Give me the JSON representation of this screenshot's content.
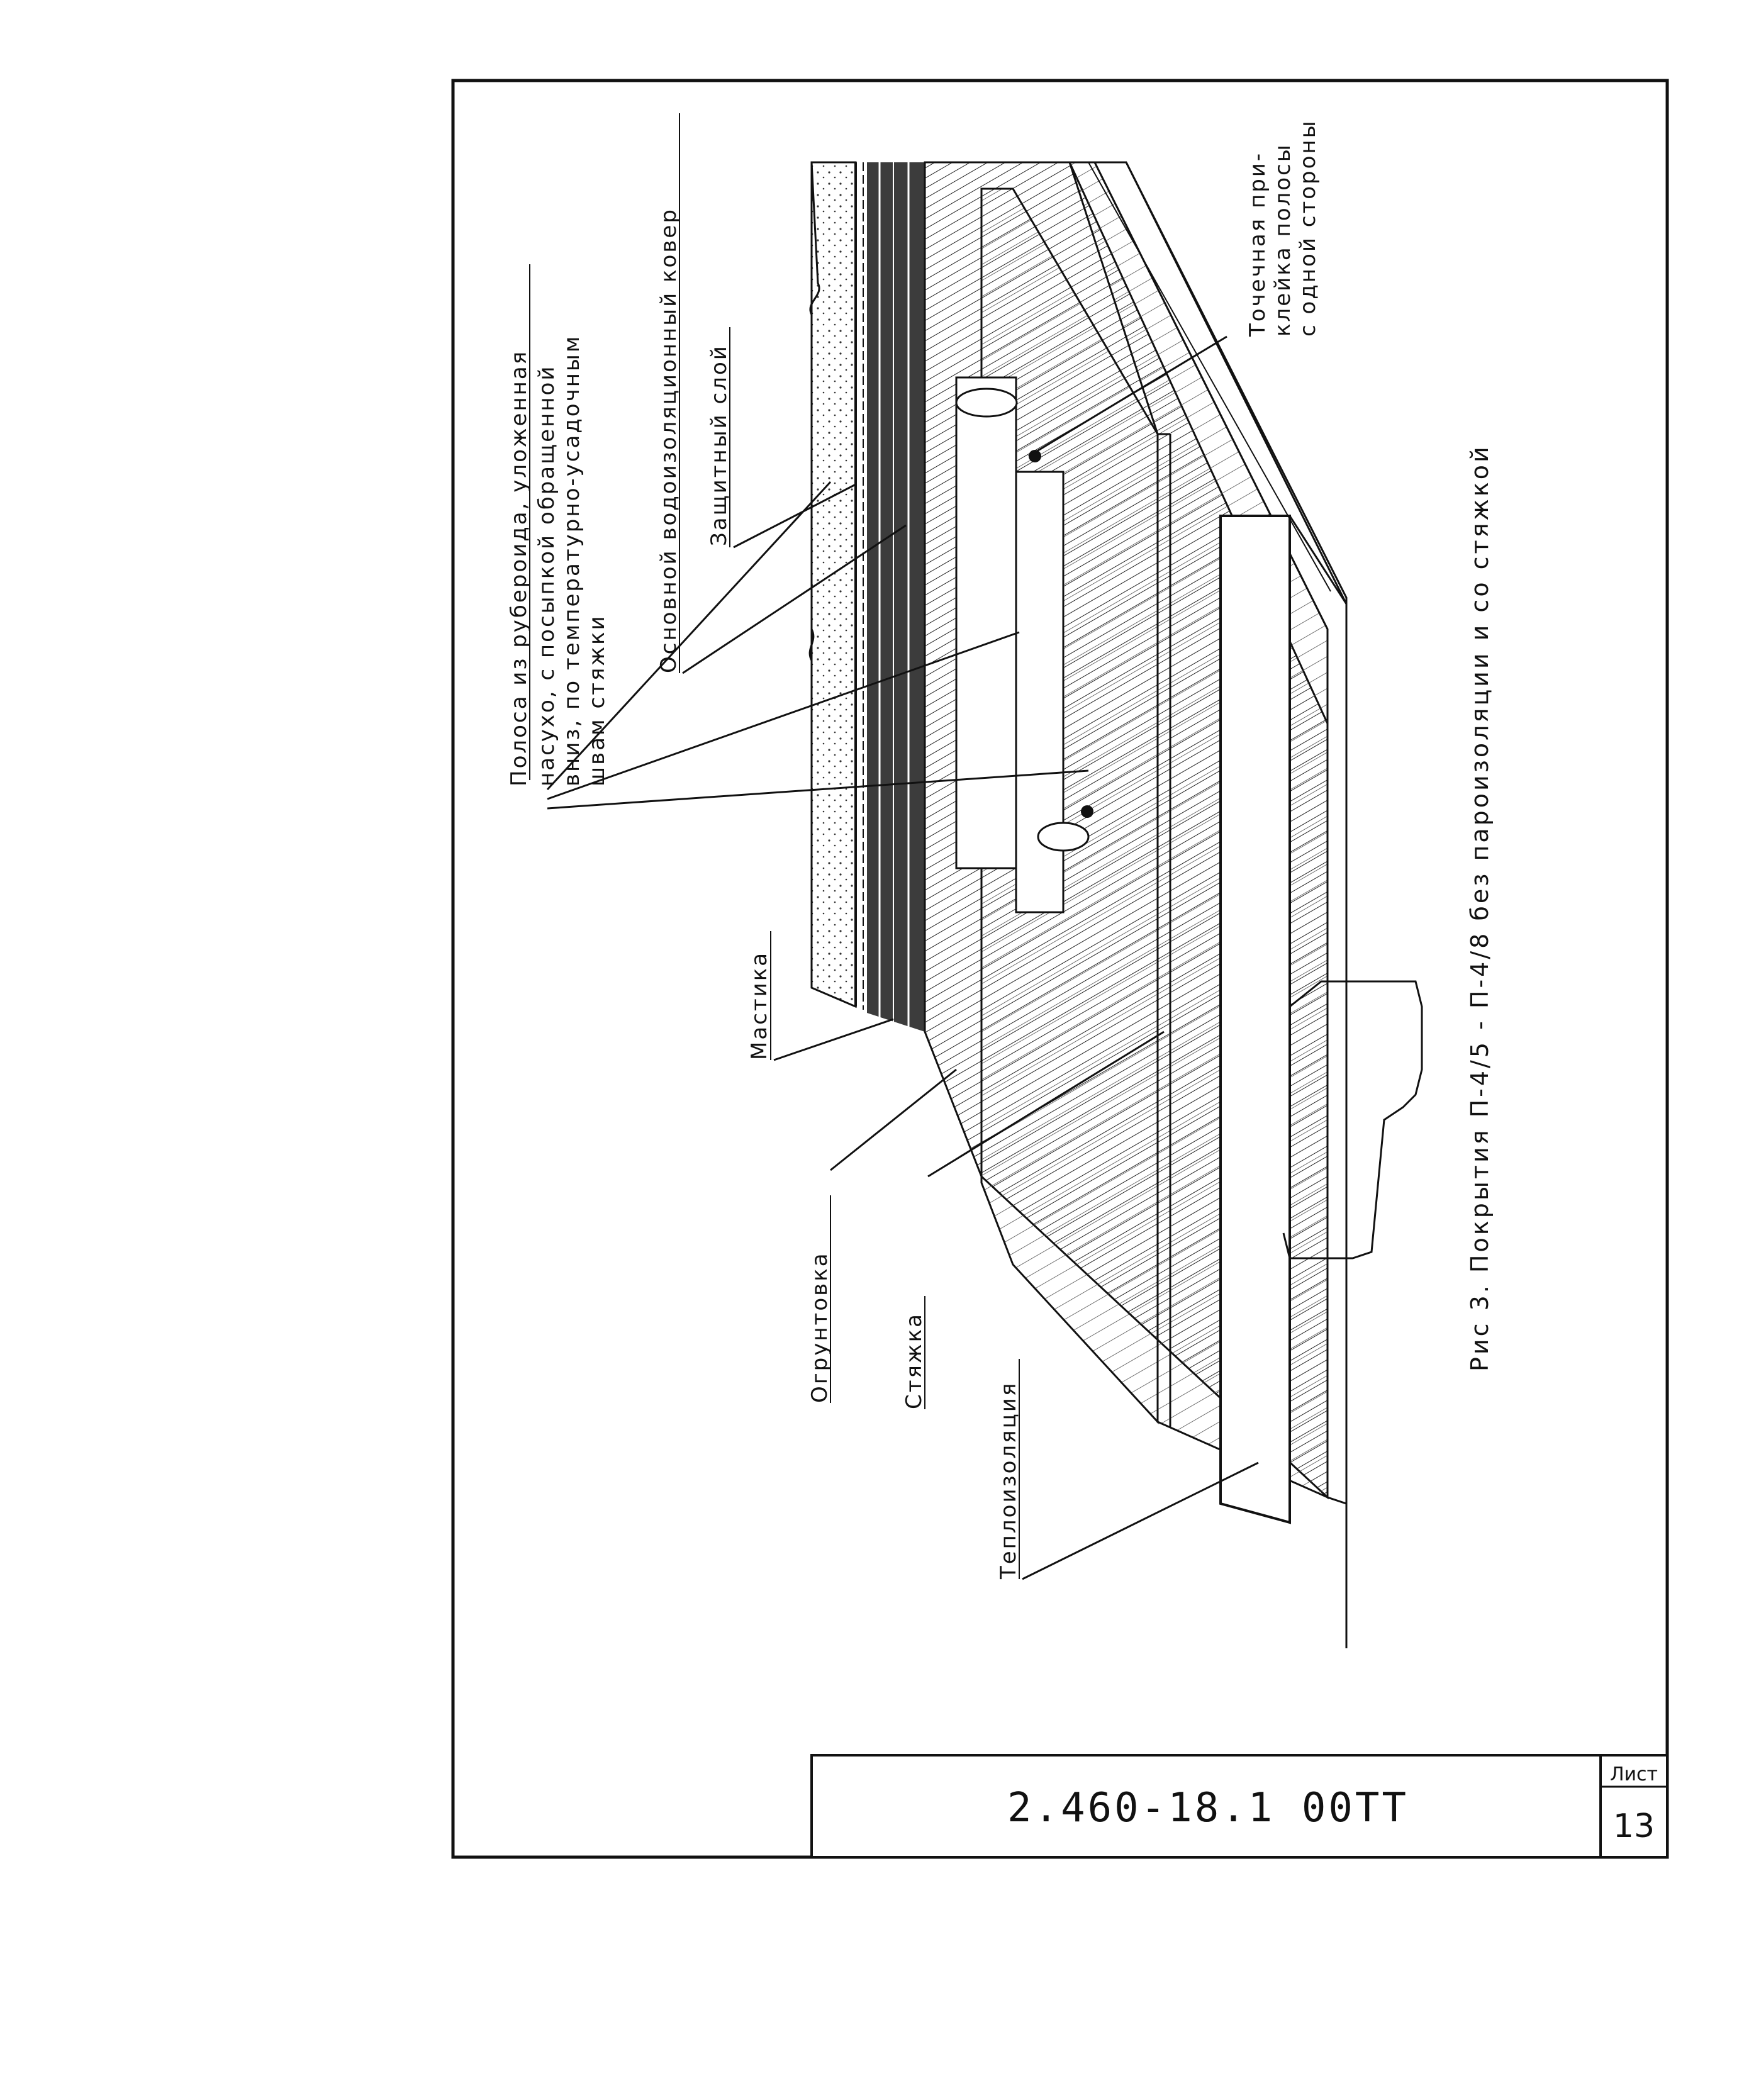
{
  "labels": {
    "strip_1": "Полоса из рубероида, уложенная",
    "strip_2": "насухо, с посыпкой обращенной",
    "strip_3": "вниз, по температурно-усадочным",
    "strip_4": "швам стяжки",
    "main_carpet": "Основной водоизоляционный ковер",
    "protective_layer": "Защитный слой",
    "point_glue_1": "Точечная при-",
    "point_glue_2": "клейка полосы",
    "point_glue_3": "с одной стороны",
    "mastic": "Мастика",
    "primer": "Огрунтовка",
    "screed": "Стяжка",
    "insulation": "Теплоизоляция"
  },
  "caption": "Рис 3. Покрытия П-4/5 - П-4/8 без пароизоляции и со стяжкой",
  "title_block": {
    "code": "2.460-18.1 00ТТ",
    "sheet_label": "Лист",
    "sheet_number": "13"
  }
}
